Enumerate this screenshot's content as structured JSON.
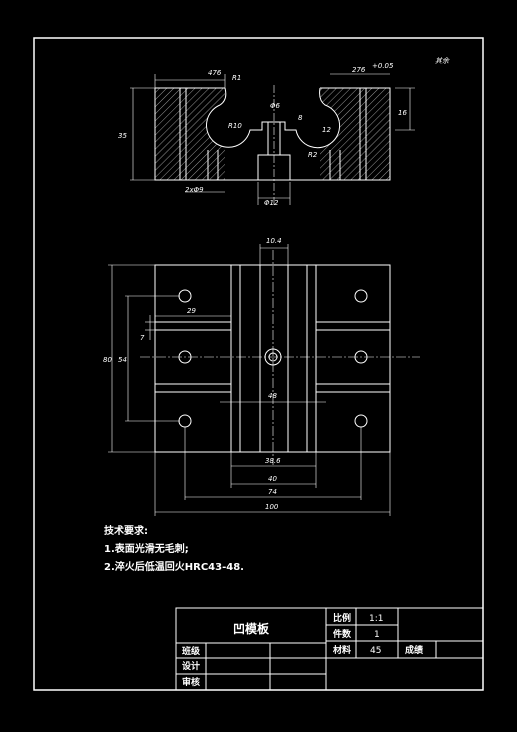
{
  "colors": {
    "background": "#000000",
    "line": "#ffffff",
    "center_line": "#ffffff"
  },
  "top_view_dims": {
    "d476": "476",
    "r1": "R1",
    "d276": "276",
    "tol": "+0.05\n0",
    "h35": "35",
    "r10": "R10",
    "d6": "Φ6",
    "d8": "8",
    "d16": "16",
    "d12": "12",
    "holes": "2xΦ9",
    "phi12": "Φ12",
    "r2": "R2",
    "right_note": "其余"
  },
  "front_view_dims": {
    "w104": "10.4",
    "w29": "29",
    "h7": "7",
    "h80": "80",
    "h54": "54",
    "d48": "48",
    "w386": "38.6",
    "w40": "40",
    "w74": "74",
    "w100": "100"
  },
  "notes": {
    "title": "技术要求:",
    "line1": "1.表面光滑无毛刺;",
    "line2": "2.淬火后低温回火HRC43-48."
  },
  "title_block": {
    "part_name": "凹模板",
    "scale_label": "比例",
    "scale_value": "1:1",
    "qty_label": "件数",
    "qty_value": "1",
    "material_label": "材料",
    "material_value": "45",
    "grade_label": "成绩",
    "class_label": "班级",
    "design_label": "设计",
    "review_label": "审核"
  }
}
